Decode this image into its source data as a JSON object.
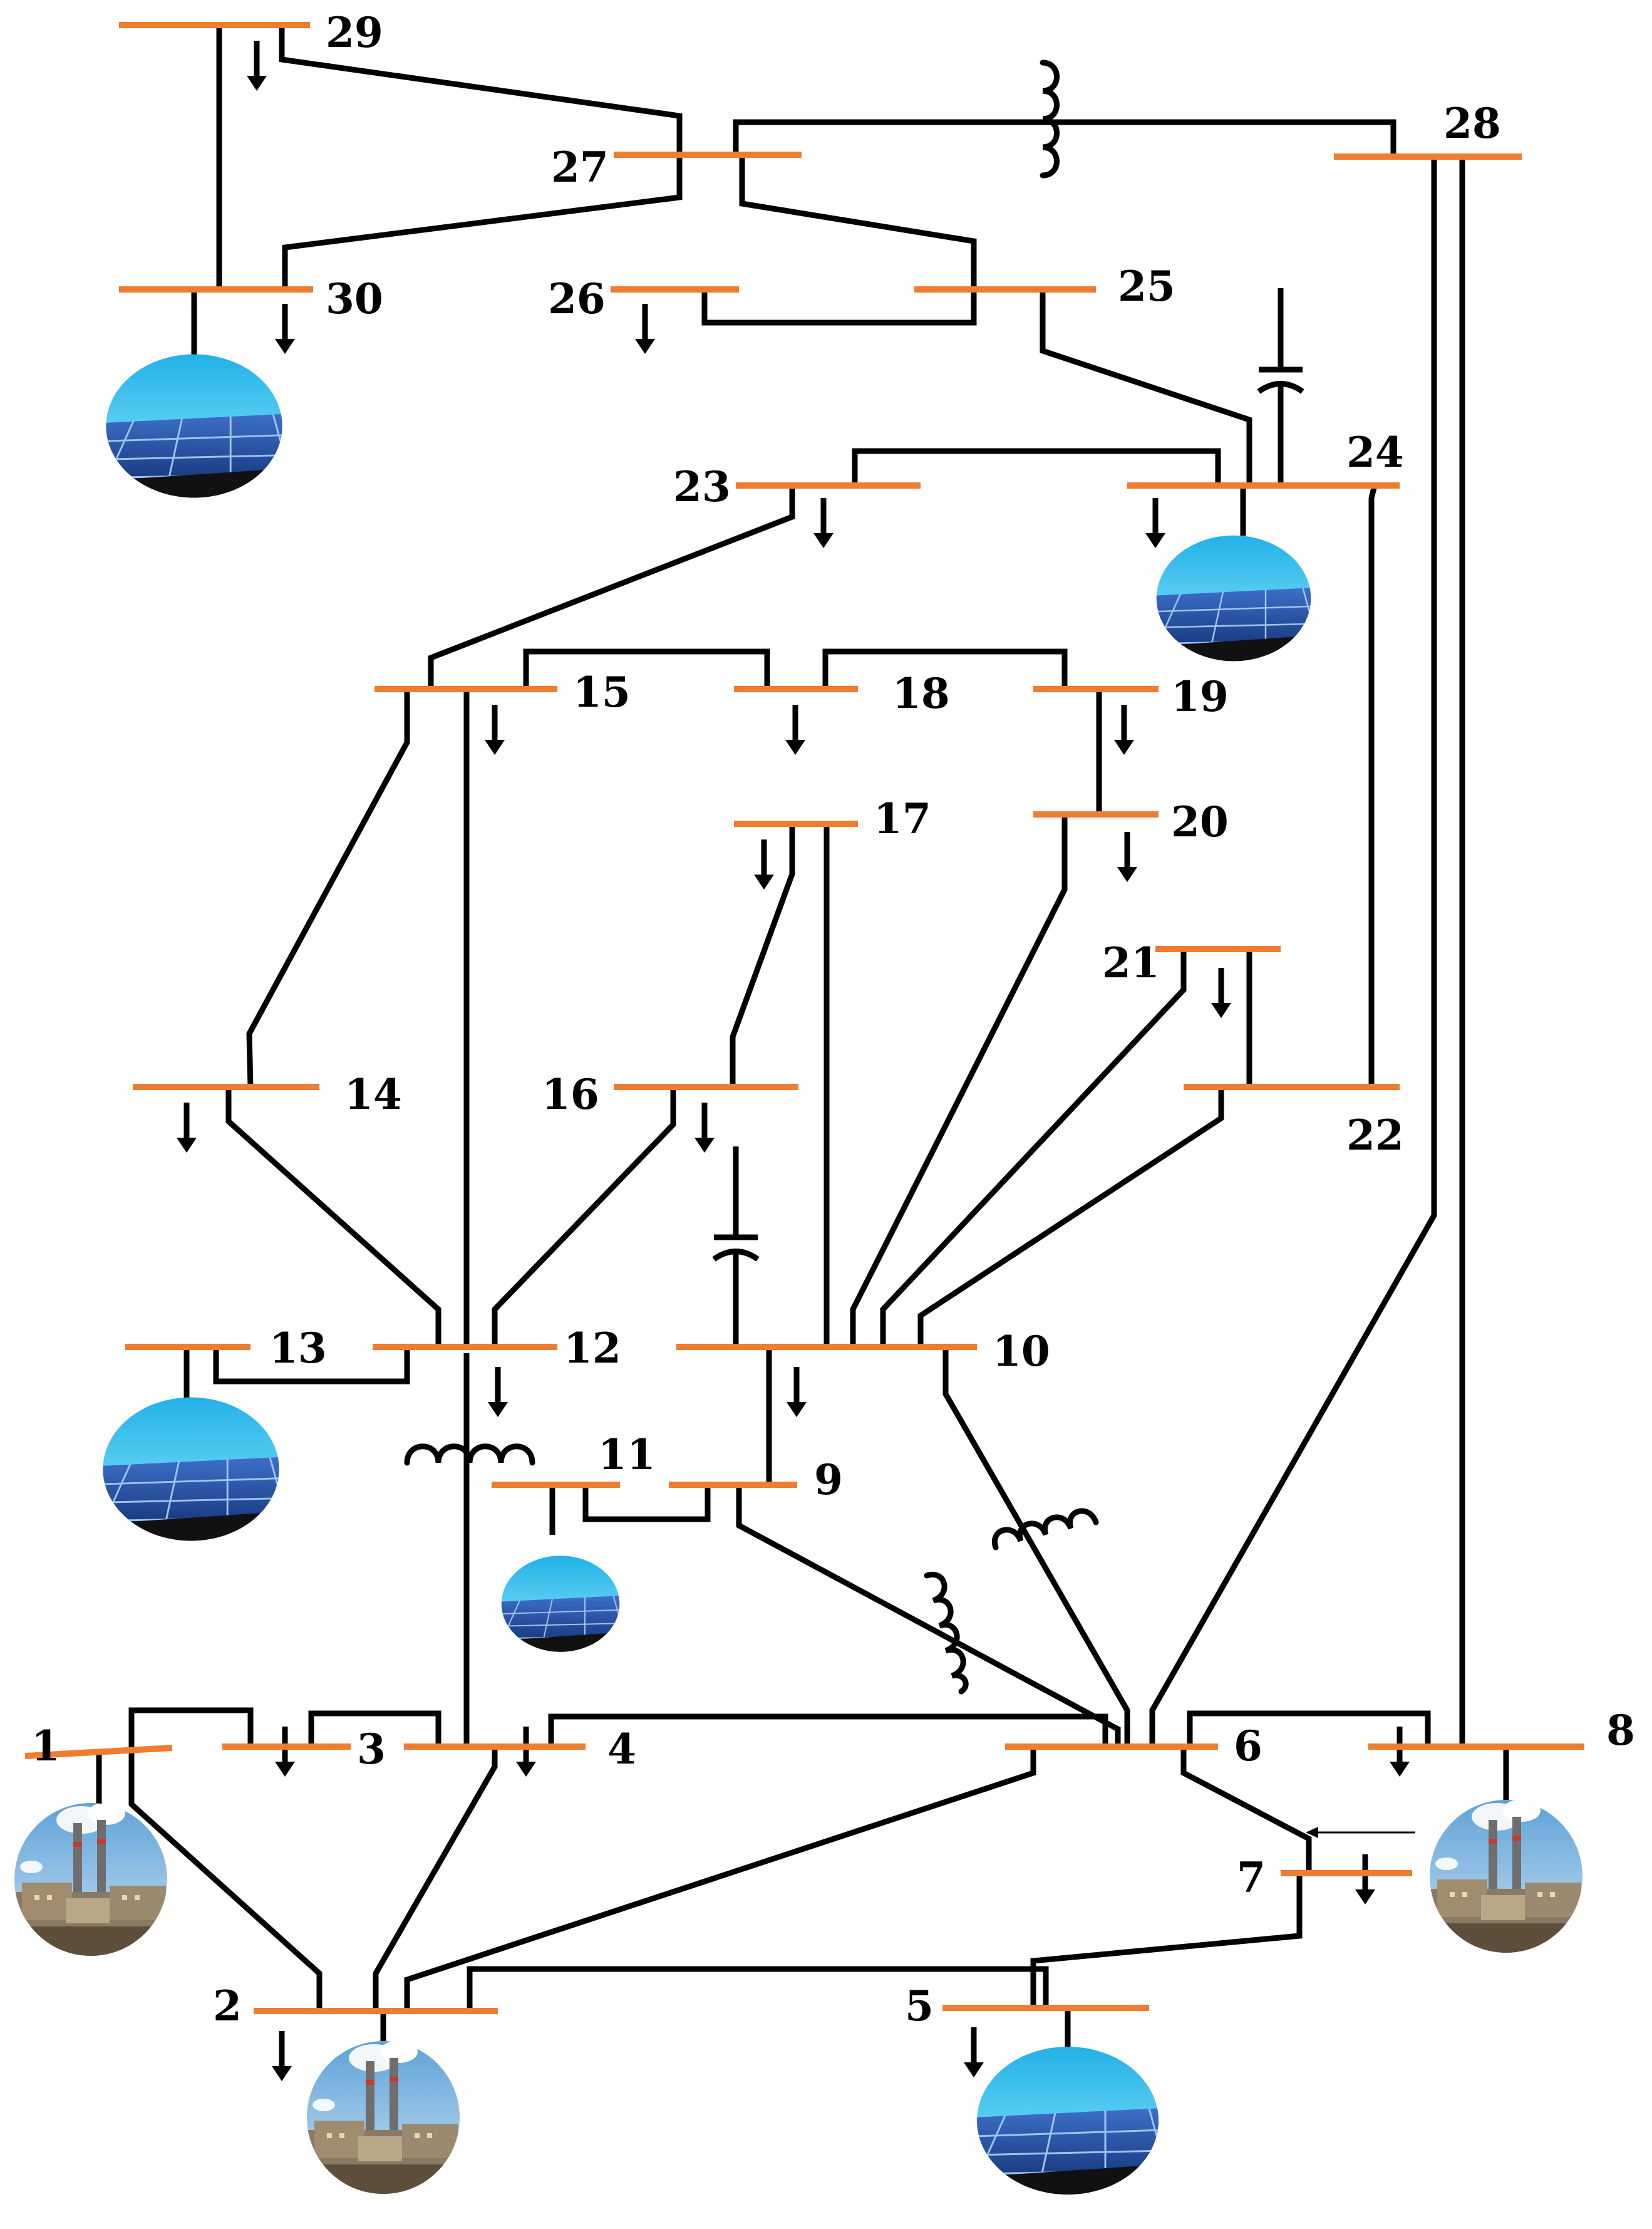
{
  "diagram": {
    "bus_labels": {
      "b1": "1",
      "b2": "2",
      "b3": "3",
      "b4": "4",
      "b5": "5",
      "b6": "6",
      "b7": "7",
      "b8": "8",
      "b9": "9",
      "b10": "10",
      "b11": "11",
      "b12": "12",
      "b13": "13",
      "b14": "14",
      "b15": "15",
      "b16": "16",
      "b17": "17",
      "b18": "18",
      "b19": "19",
      "b20": "20",
      "b21": "21",
      "b22": "22",
      "b23": "23",
      "b24": "24",
      "b25": "25",
      "b26": "26",
      "b27": "27",
      "b28": "28",
      "b29": "29",
      "b30": "30"
    },
    "icons": {
      "thermal": "thermal-power-plant-icon",
      "solar": "solar-panel-icon",
      "load": "load-arrow-icon",
      "transformer": "transformer-coil-icon",
      "capacitor": "shunt-capacitor-icon"
    },
    "colors": {
      "bus": "#ED7D31",
      "line": "#000000"
    }
  }
}
